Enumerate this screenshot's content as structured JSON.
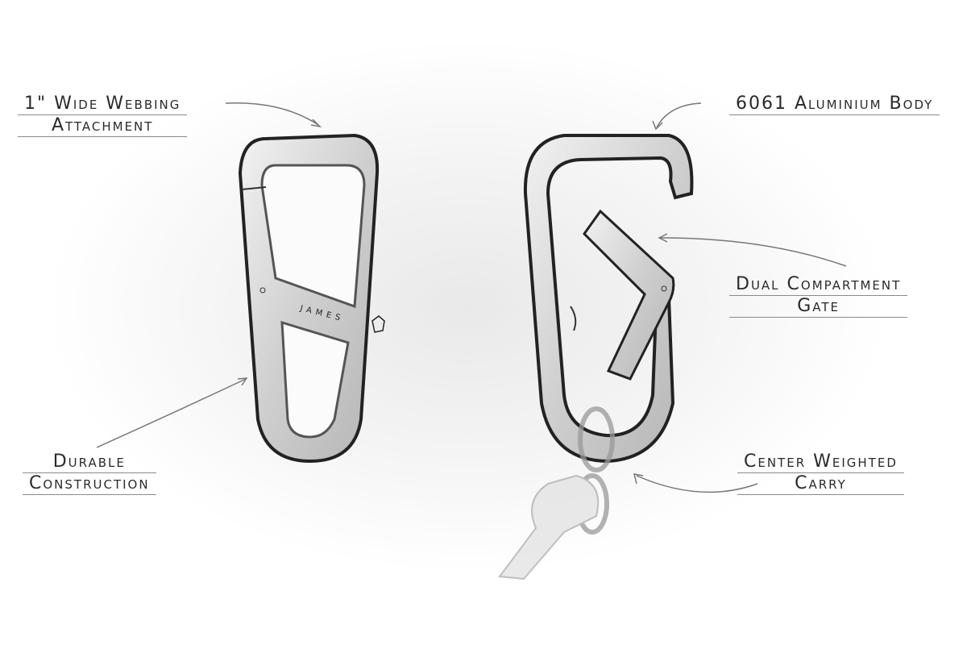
{
  "labels": {
    "webbing": [
      "1\" Wide Webbing",
      "Attachment"
    ],
    "body": [
      "6061 Aluminium Body"
    ],
    "gate": [
      "Dual Compartment",
      "Gate"
    ],
    "durable": [
      "Durable",
      "Construction"
    ],
    "carry": [
      "Center Weighted",
      "Carry"
    ]
  },
  "brand": "JAMES",
  "colors": {
    "ink": "#2a2a2a",
    "metal": "#d4d4d4",
    "metal_dark": "#9a9a9a"
  }
}
